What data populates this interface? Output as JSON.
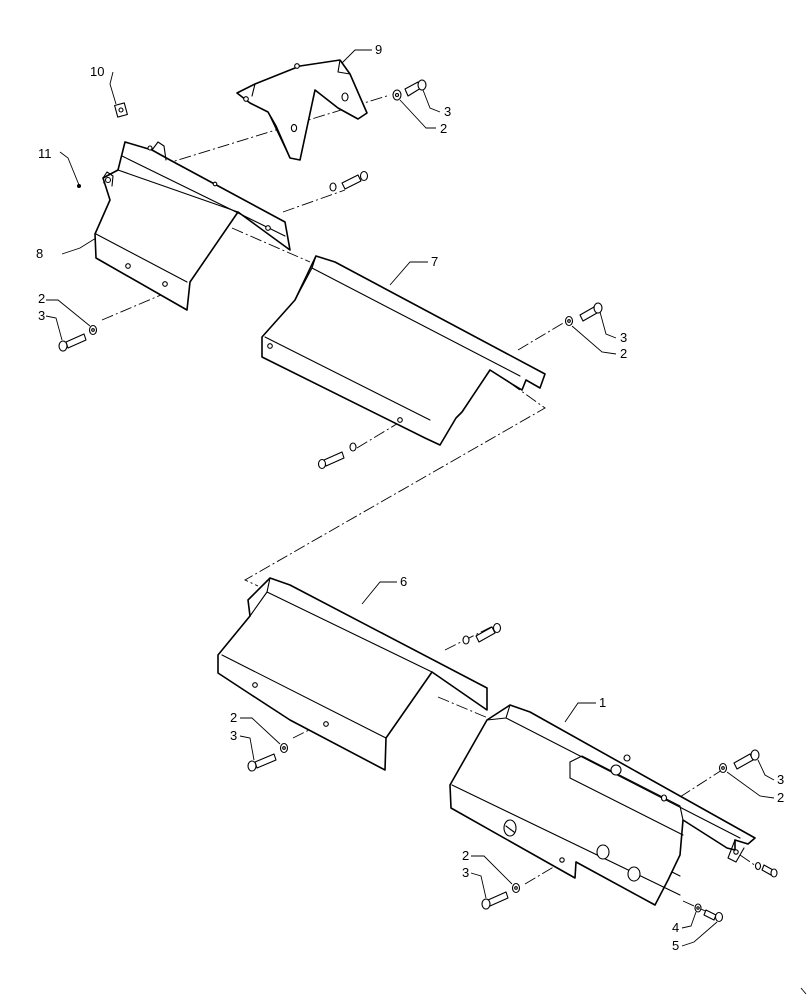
{
  "diagram": {
    "callouts": {
      "c1": "1",
      "c2a": "2",
      "c2b": "2",
      "c2c": "2",
      "c2d": "2",
      "c2e": "2",
      "c2f": "2",
      "c3a": "3",
      "c3b": "3",
      "c3c": "3",
      "c3d": "3",
      "c3e": "3",
      "c3f": "3",
      "c4": "4",
      "c5": "5",
      "c6": "6",
      "c7": "7",
      "c8": "8",
      "c9": "9",
      "c10": "10",
      "c11": "11"
    },
    "parts": [
      {
        "item": "1",
        "icon": "shield-panel"
      },
      {
        "item": "2",
        "icon": "washer"
      },
      {
        "item": "3",
        "icon": "bolt"
      },
      {
        "item": "4",
        "icon": "washer"
      },
      {
        "item": "5",
        "icon": "bolt"
      },
      {
        "item": "6",
        "icon": "shield-panel"
      },
      {
        "item": "7",
        "icon": "shield-panel"
      },
      {
        "item": "8",
        "icon": "shield-panel"
      },
      {
        "item": "9",
        "icon": "bracket"
      },
      {
        "item": "10",
        "icon": "nut"
      },
      {
        "item": "11",
        "icon": "rivet"
      }
    ]
  }
}
